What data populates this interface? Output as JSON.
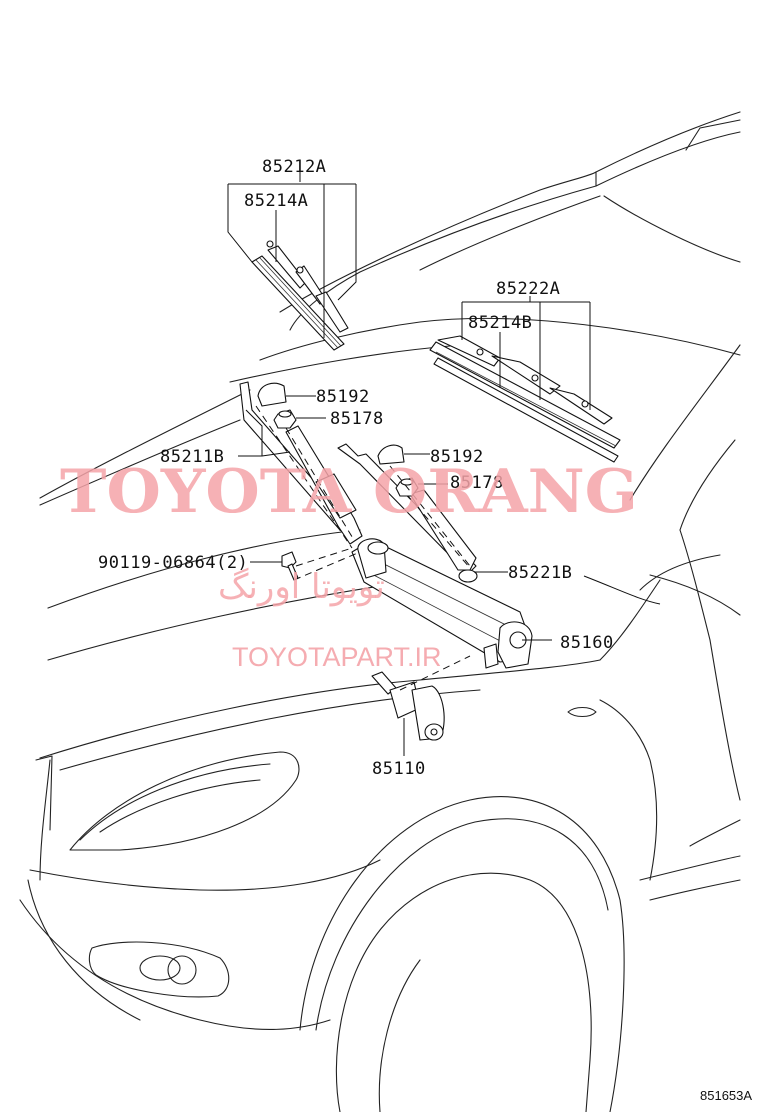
{
  "parts": {
    "p85212A": "85212A",
    "p85214A": "85214A",
    "p85222A": "85222A",
    "p85214B": "85214B",
    "p85192_1": "85192",
    "p85178_1": "85178",
    "p85211B": "85211B",
    "p85192_2": "85192",
    "p85178_2": "85178",
    "p90119": "90119-06864(2)",
    "p85221B": "85221B",
    "p85160": "85160",
    "p85110": "85110"
  },
  "watermark": {
    "main": "TOYOTA ORANG",
    "persian": "تویوتا اورنگ",
    "site": "TOYOTAPART.IR"
  },
  "figure_id": "851653A"
}
